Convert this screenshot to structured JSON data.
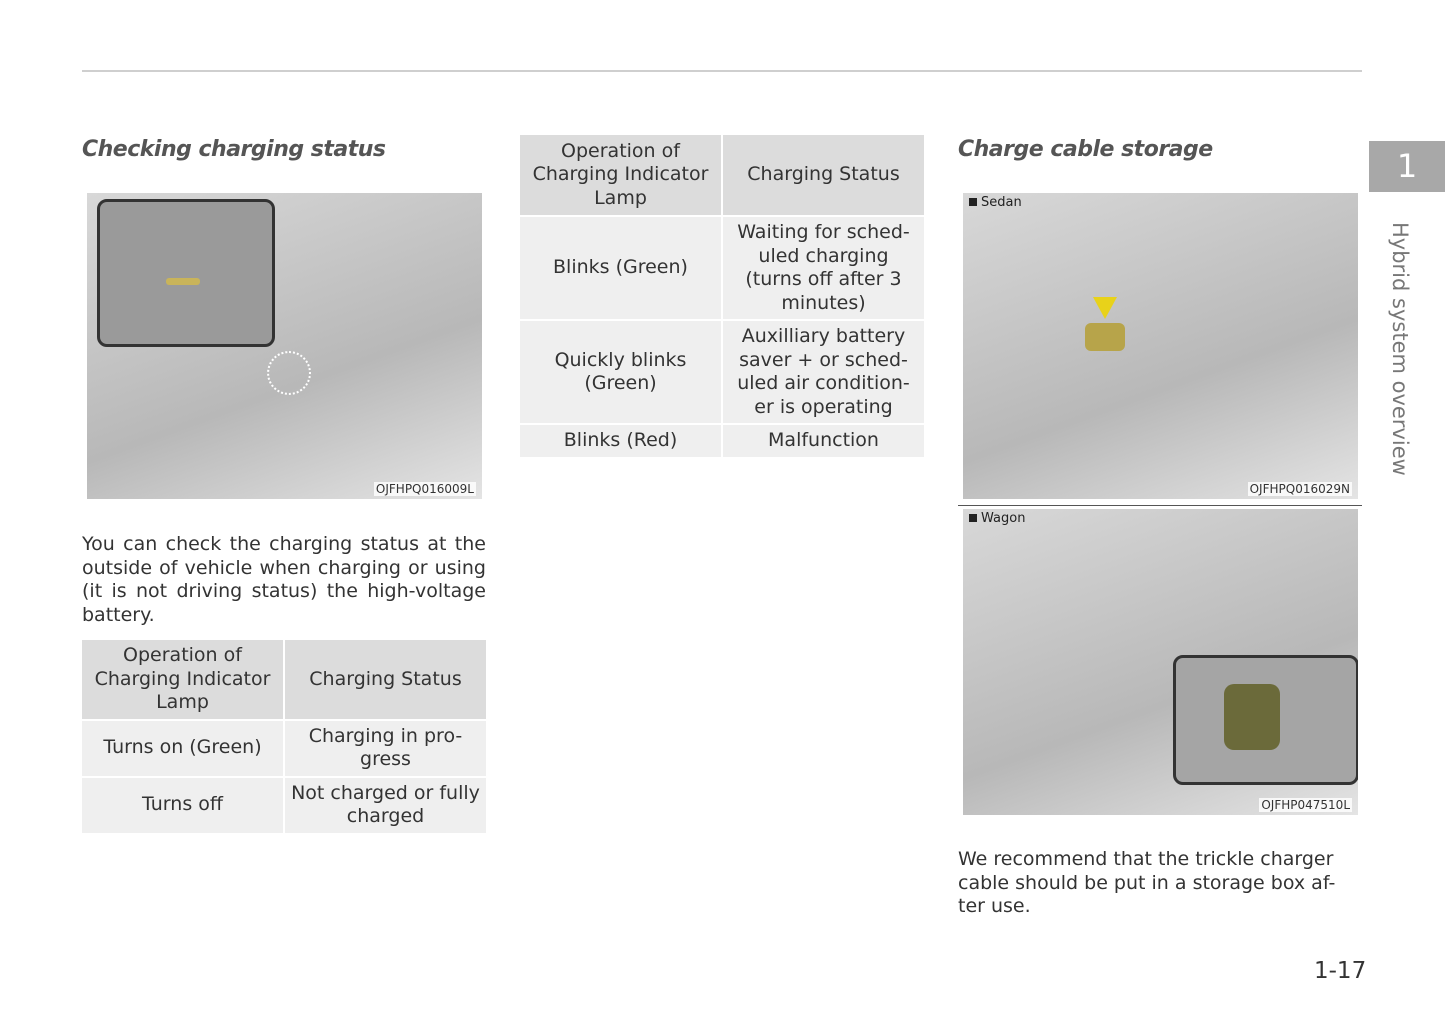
{
  "left": {
    "heading": "Checking charging status",
    "figure_code": "OJFHPQ016009L",
    "paragraph": "You can check the charging status at the outside of vehicle when charging or using (it is not driving status) the high-voltage battery.",
    "table": {
      "headers": [
        "Operation of Charging Indicator Lamp",
        "Charging Status"
      ],
      "rows": [
        [
          "Turns on (Green)",
          "Charging in pro-gress"
        ],
        [
          "Turns off",
          "Not charged or fully charged"
        ]
      ]
    }
  },
  "middle": {
    "table": {
      "headers": [
        "Operation of Charging Indicator Lamp",
        "Charging Status"
      ],
      "rows": [
        [
          "Blinks (Green)",
          "Waiting for sched-uled charging (turns off after 3 minutes)"
        ],
        [
          "Quickly blinks (Green)",
          "Auxilliary battery saver + or sched-uled air condition-er is operating"
        ],
        [
          "Blinks (Red)",
          "Malfunction"
        ]
      ]
    }
  },
  "right": {
    "heading": "Charge cable storage",
    "figures": [
      {
        "label": "Sedan",
        "code": "OJFHPQ016029N"
      },
      {
        "label": "Wagon",
        "code": "OJFHP047510L"
      }
    ],
    "paragraph": "We recommend that the trickle charger cable should be put in a storage box af-ter use."
  },
  "side_tab": {
    "number": "1",
    "title": "Hybrid system overview"
  },
  "page_number": "1-17"
}
